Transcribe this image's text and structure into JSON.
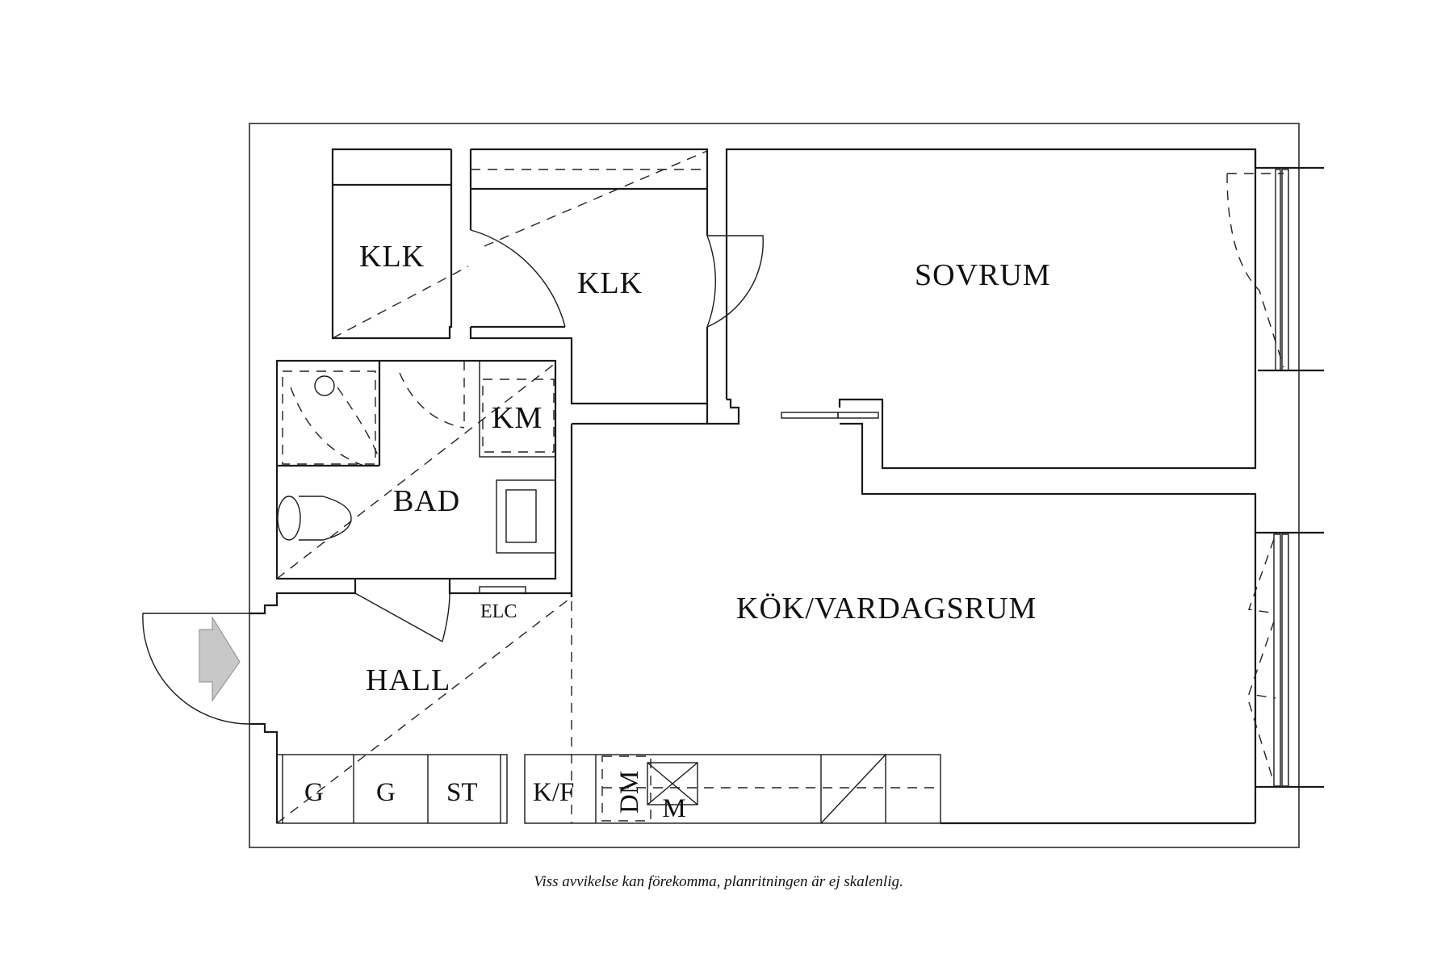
{
  "floorplan": {
    "rooms": [
      {
        "id": "klk1",
        "label": "KLK"
      },
      {
        "id": "klk2",
        "label": "KLK"
      },
      {
        "id": "sovrum",
        "label": "SOVRUM"
      },
      {
        "id": "km",
        "label": "KM"
      },
      {
        "id": "bad",
        "label": "BAD"
      },
      {
        "id": "elc",
        "label": "ELC"
      },
      {
        "id": "hall",
        "label": "HALL"
      },
      {
        "id": "kok",
        "label": "KÖK/VARDAGSRUM"
      }
    ],
    "fixtures": [
      {
        "id": "g1",
        "label": "G"
      },
      {
        "id": "g2",
        "label": "G"
      },
      {
        "id": "st",
        "label": "ST"
      },
      {
        "id": "kf",
        "label": "K/F"
      },
      {
        "id": "dm",
        "label": "DM"
      },
      {
        "id": "m",
        "label": "M"
      }
    ],
    "entrance_arrow_color": "#c8c8c8",
    "line_color": "#1a1a1a"
  },
  "footer": {
    "disclaimer": "Viss avvikelse kan förekomma, planritningen är ej skalenlig."
  }
}
